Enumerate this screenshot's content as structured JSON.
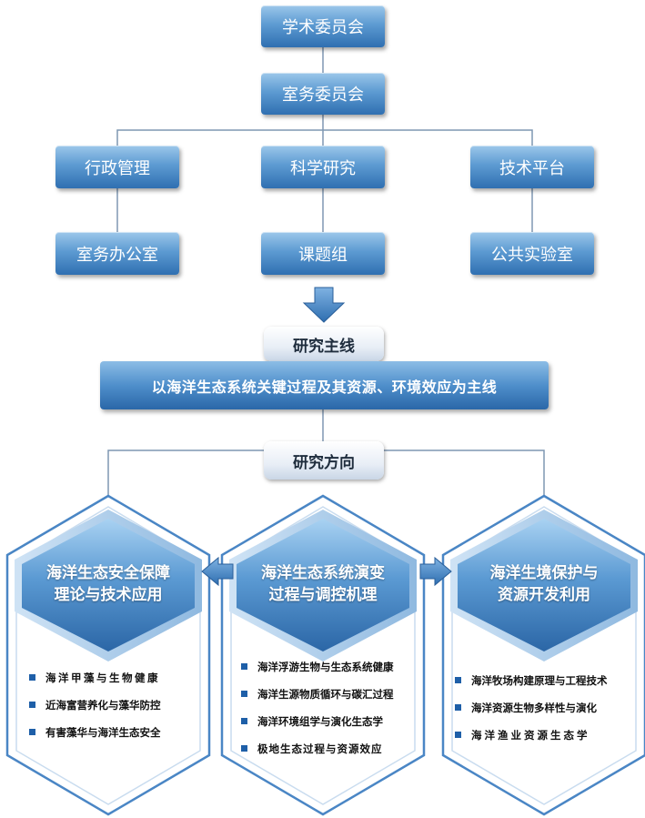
{
  "org": {
    "academic_committee": "学术委员会",
    "affairs_committee": "室务委员会",
    "admin": "行政管理",
    "research": "科学研究",
    "tech_platform": "技术平台",
    "office": "室务办公室",
    "project_group": "课题组",
    "public_lab": "公共实验室"
  },
  "main_line": {
    "label": "研究主线",
    "text": "以海洋生态系统关键过程及其资源、环境效应为主线"
  },
  "directions": {
    "label": "研究方向",
    "items": [
      {
        "title_line1": "海洋生态安全保障",
        "title_line2": "理论与技术应用",
        "topics": [
          "海洋甲藻与生物健康",
          "近海富营养化与藻华防控",
          "有害藻华与海洋生态安全"
        ]
      },
      {
        "title_line1": "海洋生态系统演变",
        "title_line2": "过程与调控机理",
        "topics": [
          "海洋浮游生物与生态系统健康",
          "海洋生源物质循环与碳汇过程",
          "海洋环境组学与演化生态学",
          "极地生态过程与资源效应"
        ]
      },
      {
        "title_line1": "海洋生境保护与",
        "title_line2": "资源开发利用",
        "topics": [
          "海洋牧场构建原理与工程技术",
          "海洋资源生物多样性与演化",
          "海洋渔业资源生态学"
        ]
      }
    ]
  },
  "colors": {
    "line": "#7f97b2",
    "arrow": "#4a86c5",
    "bullet": "#1e5fa8"
  }
}
